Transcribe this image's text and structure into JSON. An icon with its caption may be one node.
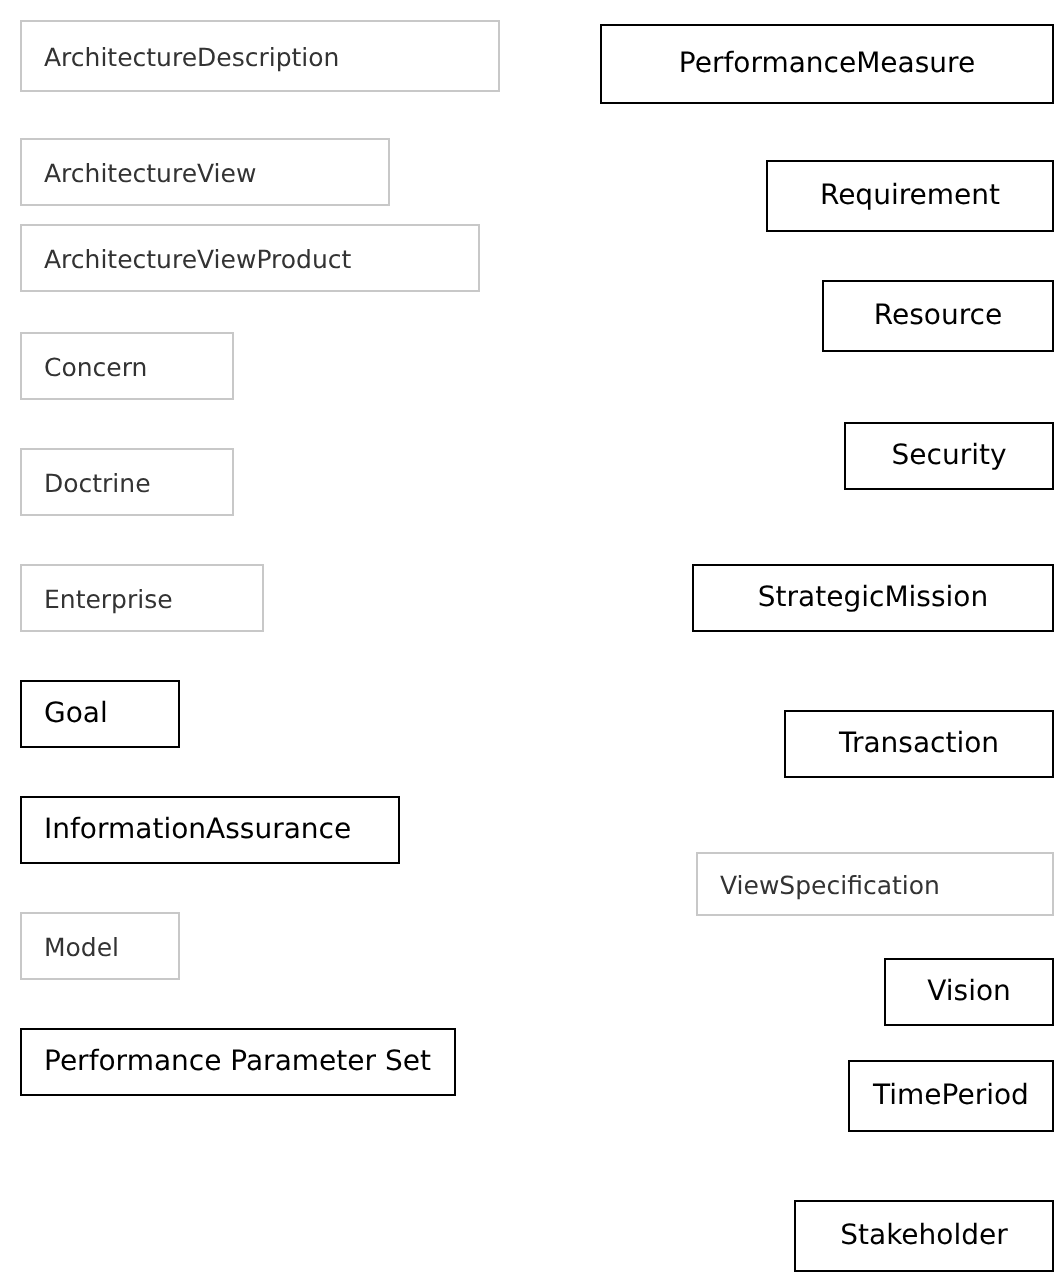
{
  "diagram": {
    "nodes": [
      {
        "text": [
          "ArchitectureDescription"
        ]
      },
      {
        "text": [
          "ArchitectureView"
        ]
      },
      {
        "text": [
          "ArchitectureViewProduct"
        ]
      },
      {
        "text": [
          "Concern"
        ]
      },
      {
        "text": [
          "Doctrine"
        ]
      },
      {
        "text": [
          "Enterprise"
        ]
      },
      {
        "text": [
          "Goal"
        ]
      },
      {
        "text": [
          "InformationAssurance"
        ]
      },
      {
        "text": [
          "Model"
        ]
      },
      {
        "text": [
          "Performance Parameter Set"
        ]
      },
      {
        "text": [
          "PerformanceMeasure"
        ]
      },
      {
        "text": [
          "Requirement"
        ]
      },
      {
        "text": [
          "Resource"
        ]
      },
      {
        "text": [
          "Security"
        ]
      },
      {
        "text": [
          "StrategicMission"
        ]
      },
      {
        "text": [
          "Transaction"
        ]
      },
      {
        "text": [
          "ViewSpecification"
        ]
      },
      {
        "text": [
          "Vision"
        ]
      },
      {
        "text": [
          "TimePeriod"
        ]
      },
      {
        "text": [
          "Stakeholder"
        ]
      }
    ]
  }
}
